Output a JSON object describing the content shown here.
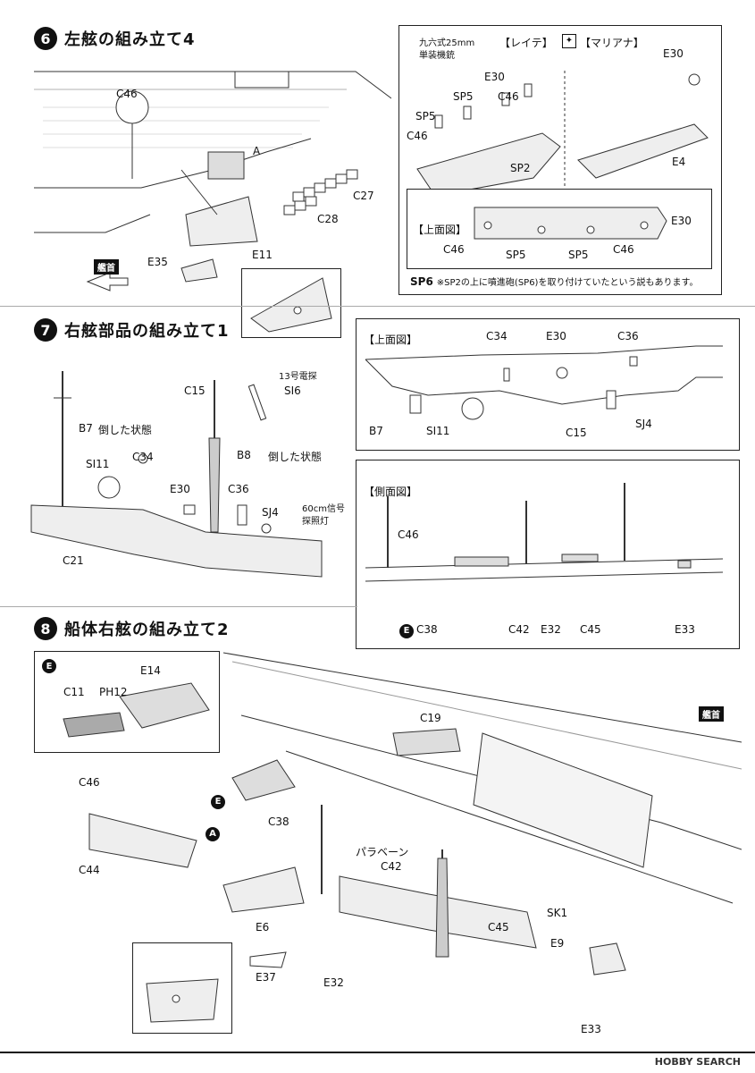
{
  "step6": {
    "num": "6",
    "title": "左舷の組み立て4",
    "labels": [
      "C46",
      "A",
      "C27",
      "C28",
      "E11",
      "E35"
    ],
    "bow": "艦首",
    "inset": {
      "gun_label_line1": "九六式25mm",
      "gun_label_line2": "単装機銃",
      "leyte": "【レイテ】",
      "mariana": "【マリアナ】",
      "parts_left": [
        "E30",
        "SP5",
        "C46",
        "SP5",
        "C46",
        "SP2"
      ],
      "parts_right": [
        "E30",
        "E4"
      ],
      "top_view_title": "【上面図】",
      "top_view_parts": [
        "C46",
        "SP5",
        "SP5",
        "C46",
        "E30"
      ],
      "note_label": "SP6",
      "note": "※SP2の上に噴進砲(SP6)を取り付けていたという説もあります。"
    }
  },
  "step7": {
    "num": "7",
    "title": "右舷部品の組み立て1",
    "radar_label": "13号電探",
    "radar_part": "SI6",
    "searchlight_label_1": "60cm信号",
    "searchlight_label_2": "探照灯",
    "fold1": "倒した状態",
    "fold2": "倒した状態",
    "parts": [
      "B7",
      "C15",
      "SI11",
      "C34",
      "B8",
      "E30",
      "C36",
      "SJ4",
      "C21"
    ],
    "top_view": {
      "title": "【上面図】",
      "labels": [
        "C34",
        "E30",
        "C36",
        "B7",
        "SI11",
        "C15",
        "SJ4"
      ]
    },
    "side_view": {
      "title": "【側面図】",
      "labels": [
        "C46",
        "C38",
        "C42",
        "E32",
        "C45",
        "E33"
      ]
    }
  },
  "step8": {
    "num": "8",
    "title": "船体右舷の組み立て2",
    "inset_E": {
      "badge": "E",
      "parts": [
        "E14",
        "C11",
        "PH12"
      ]
    },
    "labels": [
      "C19",
      "C46",
      "C44",
      "E",
      "C38",
      "A",
      "E6",
      "E37",
      "E32",
      "C42",
      "C45",
      "SK1",
      "E9",
      "E33"
    ],
    "paravane": "パラベーン",
    "bow": "艦首"
  },
  "footer": {
    "brand": "HOBBY SEARCH"
  }
}
